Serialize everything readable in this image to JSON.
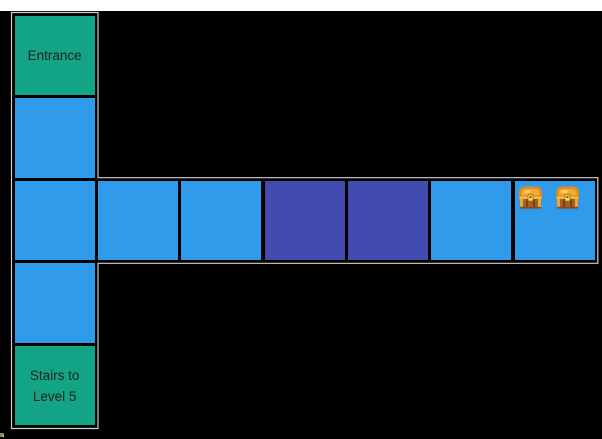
{
  "window": {
    "background": "#000000",
    "top_strip_color": "#ffffff"
  },
  "map": {
    "name": "dungeon-level-map",
    "outline_color": "#cfcfcf",
    "grid_gap_color": "#000000",
    "colors": {
      "room_green": "#12a485",
      "room_blue": "#2f9bea",
      "room_indigo": "#424cb0"
    },
    "cells": [
      {
        "id": "entrance",
        "label": "Entrance",
        "color": "#12a485"
      },
      {
        "id": "passage-north",
        "label": "",
        "color": "#2f9bea"
      },
      {
        "id": "junction",
        "label": "",
        "color": "#2f9bea"
      },
      {
        "id": "passage-south",
        "label": "",
        "color": "#2f9bea"
      },
      {
        "id": "stairs",
        "label_lines": [
          "Stairs to",
          "Level 5"
        ],
        "color": "#12a485"
      },
      {
        "id": "hall-1",
        "label": "",
        "color": "#2f9bea"
      },
      {
        "id": "hall-2",
        "label": "",
        "color": "#2f9bea"
      },
      {
        "id": "indigo-room-1",
        "label": "",
        "color": "#424cb0"
      },
      {
        "id": "indigo-room-2",
        "label": "",
        "color": "#424cb0"
      },
      {
        "id": "hall-3",
        "label": "",
        "color": "#2f9bea"
      },
      {
        "id": "treasure-room",
        "label": "",
        "color": "#2f9bea",
        "icons": [
          "treasure-chest",
          "treasure-chest"
        ]
      }
    ],
    "treasure_chest_icon": {
      "name": "treasure-chest",
      "count": 2,
      "colors": {
        "lid_dark": "#e08b28",
        "lid": "#f5aa39",
        "lid_highlight": "#ffd166",
        "trim": "#f6c244",
        "body": "#a85c28",
        "plank": "#7e3f16",
        "lock": "#ffd75e",
        "keyhole": "#7a4e08"
      }
    }
  },
  "artifact_pixels": {
    "colors": [
      "#4a90d9",
      "#55a846",
      "#e06030",
      "#d8b33a"
    ]
  }
}
